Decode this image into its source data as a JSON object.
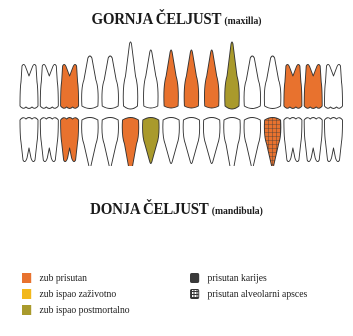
{
  "title_upper": {
    "main": "GORNJA ČELJUST",
    "sub": "(maxilla)"
  },
  "title_lower": {
    "main": "DONJA ČELJUST",
    "sub": "(mandibula)"
  },
  "colors": {
    "present": "#e8722e",
    "lost_antemortem": "#f2b81c",
    "lost_postmortem": "#a99a2c",
    "caries": "#3a3a3a",
    "outline": "#333333",
    "empty": "#ffffff"
  },
  "legend": {
    "left": [
      {
        "label": "zub prisutan",
        "swatch": "present",
        "icon": "square-swatch"
      },
      {
        "label": "zub ispao zaživotno",
        "swatch": "lost_antemortem",
        "icon": "square-swatch"
      },
      {
        "label": "zub ispao postmortalno",
        "swatch": "lost_postmortem",
        "icon": "square-swatch"
      }
    ],
    "right": [
      {
        "label": "prisutan karijes",
        "swatch": "caries",
        "icon": "rounded-square-swatch"
      },
      {
        "label": "prisutan alveolarni apsces",
        "swatch": "abscess",
        "icon": "grid-square-swatch"
      }
    ]
  },
  "upper_teeth": [
    "empty",
    "empty",
    "present",
    "empty",
    "empty",
    "empty",
    "empty",
    "present",
    "present",
    "present",
    "lost_postmortem",
    "empty",
    "empty",
    "present",
    "present",
    "empty"
  ],
  "lower_teeth": [
    "empty",
    "empty",
    "present",
    "empty",
    "empty",
    "present",
    "lost_postmortem",
    "empty",
    "empty",
    "empty",
    "empty",
    "empty",
    "present_abscess",
    "empty",
    "empty",
    "empty"
  ]
}
